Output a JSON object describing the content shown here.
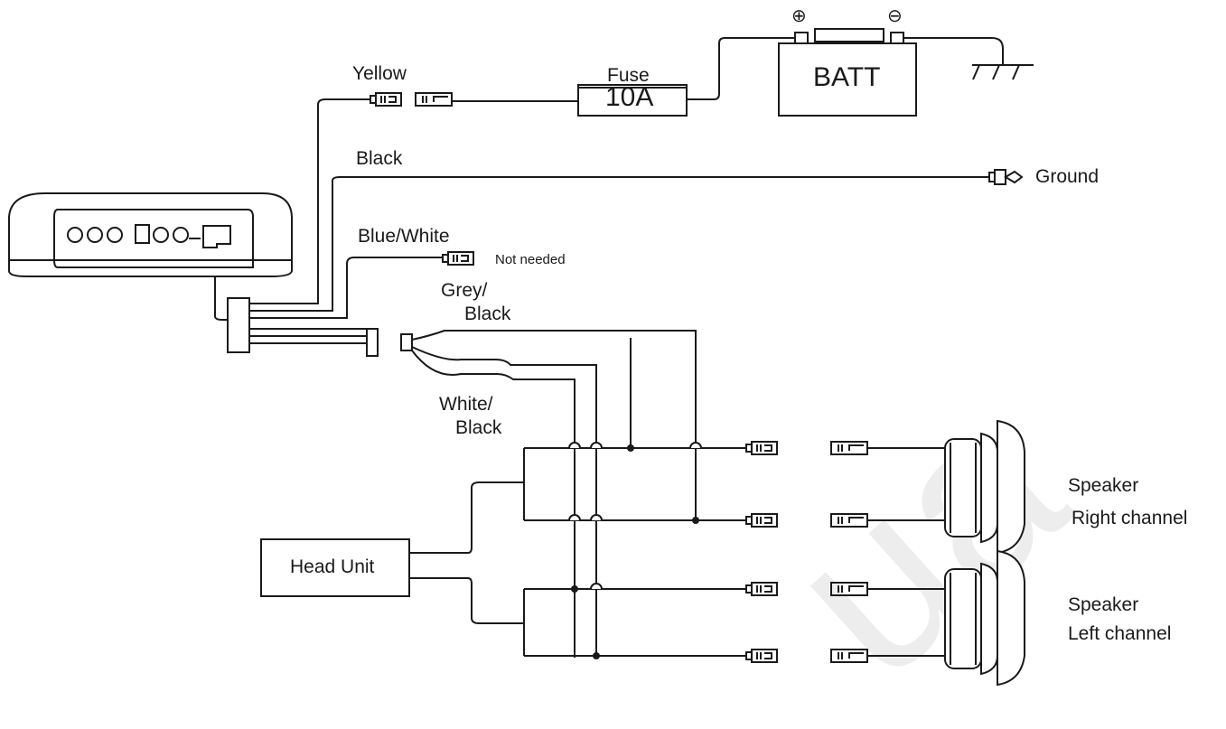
{
  "fuse": {
    "label": "Fuse",
    "rating": "10A"
  },
  "battery": {
    "label": "BATT",
    "positive": "⊕",
    "negative": "⊖"
  },
  "wires": {
    "yellow": "Yellow",
    "black": "Black",
    "blue_white": "Blue/White",
    "not_needed": "Not needed",
    "grey_black_1": "Grey/",
    "grey_black_2": "Black",
    "white_black_1": "White/",
    "white_black_2": "Black"
  },
  "ground": "Ground",
  "head_unit": "Head Unit",
  "speaker_right": {
    "line1": "Speaker",
    "line2": "Right channel"
  },
  "speaker_left": {
    "line1": "Speaker",
    "line2": "Left channel"
  },
  "watermark": "ua"
}
